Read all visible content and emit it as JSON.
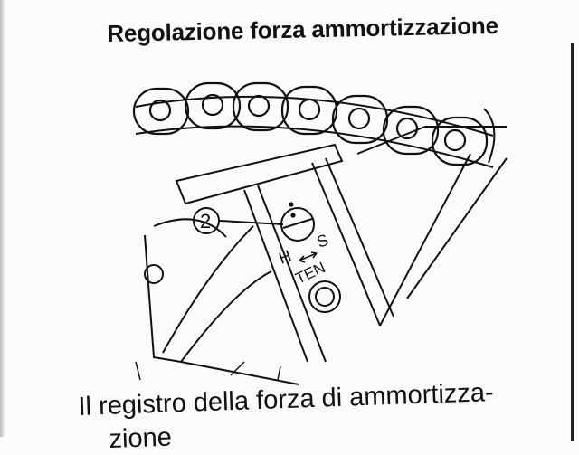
{
  "title": "Regolazione forza ammortizzazione",
  "figure": {
    "callout_number": "2",
    "label_h": "H",
    "label_s": "S",
    "label_ten": "TEN"
  },
  "body": {
    "line1": "Il registro della forza di ammortizza-",
    "line2": "zione"
  }
}
